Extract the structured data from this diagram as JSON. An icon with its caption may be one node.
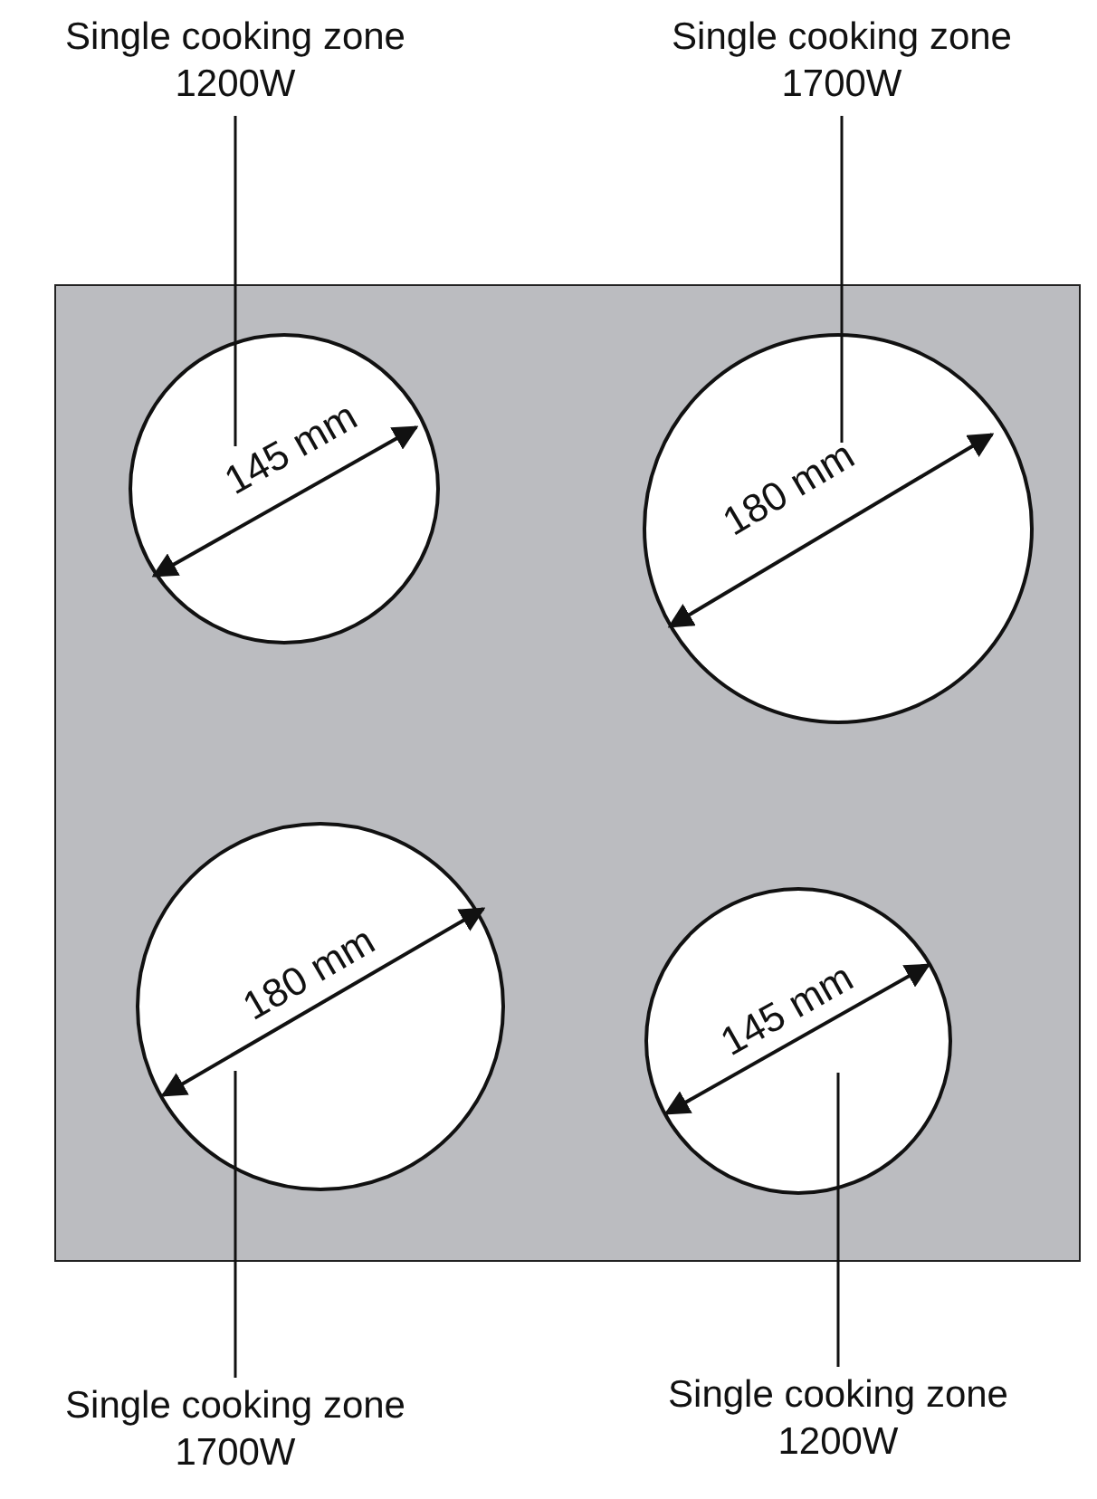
{
  "diagram": {
    "nodes": [
      {
        "text": [
          "Single cooking zone",
          "1200W"
        ]
      },
      {
        "text": [
          "Single cooking zone",
          "1700W"
        ]
      },
      {
        "text": [],
        "shape": "box"
      },
      {
        "text": [],
        "shape": "circle",
        "in": 2
      },
      {
        "text": [],
        "shape": "circle",
        "in": 2
      },
      {
        "text": [],
        "shape": "circle",
        "in": 2
      },
      {
        "text": [],
        "shape": "circle",
        "in": 2
      },
      {
        "text": [
          "Single cooking zone",
          "1700W"
        ]
      },
      {
        "text": [
          "Single cooking zone",
          "1200W"
        ]
      }
    ],
    "edges": [
      {
        "from": 0,
        "to": 3,
        "arrow": "none"
      },
      {
        "from": 1,
        "to": 4,
        "arrow": "none"
      },
      {
        "from": 7,
        "to": 5,
        "arrow": "none"
      },
      {
        "from": 8,
        "to": 6,
        "arrow": "none"
      }
    ],
    "labels": [
      "145 mm",
      "180 mm",
      "180 mm",
      "145 mm"
    ]
  }
}
